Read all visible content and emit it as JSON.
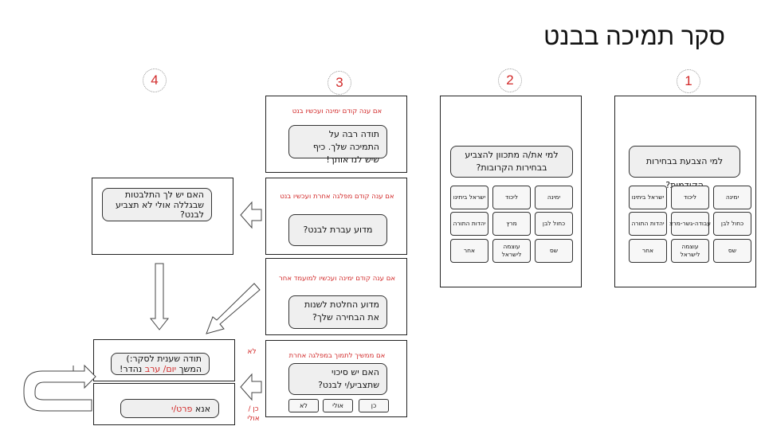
{
  "title": "סקר תמיכה בבנט",
  "steps": [
    "1",
    "2",
    "3",
    "4"
  ],
  "step1": {
    "question": "למי הצבעת בבחירות הקודמות?",
    "options": [
      "ימינה",
      "ליכוד",
      "ישראל ביתינו",
      "כחול לבן",
      "עבודה-גשר-מרצ",
      "יהדות התורה",
      "שס",
      "עוצמה לישראל",
      "אחר"
    ]
  },
  "step2": {
    "question": "למי את/ה מתכוון להצביע בבחירות הקרובות?",
    "options": [
      "ימינה",
      "ליכוד",
      "ישראל ביתינו",
      "כחול לבן",
      "מרץ",
      "יהדות התורה",
      "שס",
      "עוצמה לישראל",
      "אחר"
    ]
  },
  "step3": {
    "blocks": [
      {
        "condition": "אם ענה קודם ימינה ועכשיו בנט",
        "message": "תודה רבה על התמיכה שלך. כיף שיש לנו אותך!"
      },
      {
        "condition": "אם ענה קודם מפלגה אחרת ועכשיו בנט",
        "message": "מדוע עברת לבנט?"
      },
      {
        "condition": "אם ענה קודם ימינה ועכשיו למועמד אחר",
        "message": "מדוע החלטת לשנות את הבחירה שלך?"
      },
      {
        "condition": "אם ממשיך לתמוך במפלגה אחרת",
        "message": "האם יש סיכוי שתצביע/י לבנט?",
        "buttons": [
          "כן",
          "אולי",
          "לא"
        ]
      }
    ]
  },
  "step4": {
    "hesitation": "האם יש לך התלבטות שבגללה אולי לא תצביע לבנט?",
    "thanks_line1": "תודה שענית לסקר:)",
    "thanks_prefix": "המשך",
    "thanks_highlight": "יום/ ערב",
    "thanks_suffix": "נהדר!",
    "volunteer_prefix": "אנא",
    "volunteer_highlight": "פרט/י"
  },
  "labels": {
    "no": "לא",
    "yes_maybe_line1": "כן /",
    "yes_maybe_line2": "אולי"
  }
}
